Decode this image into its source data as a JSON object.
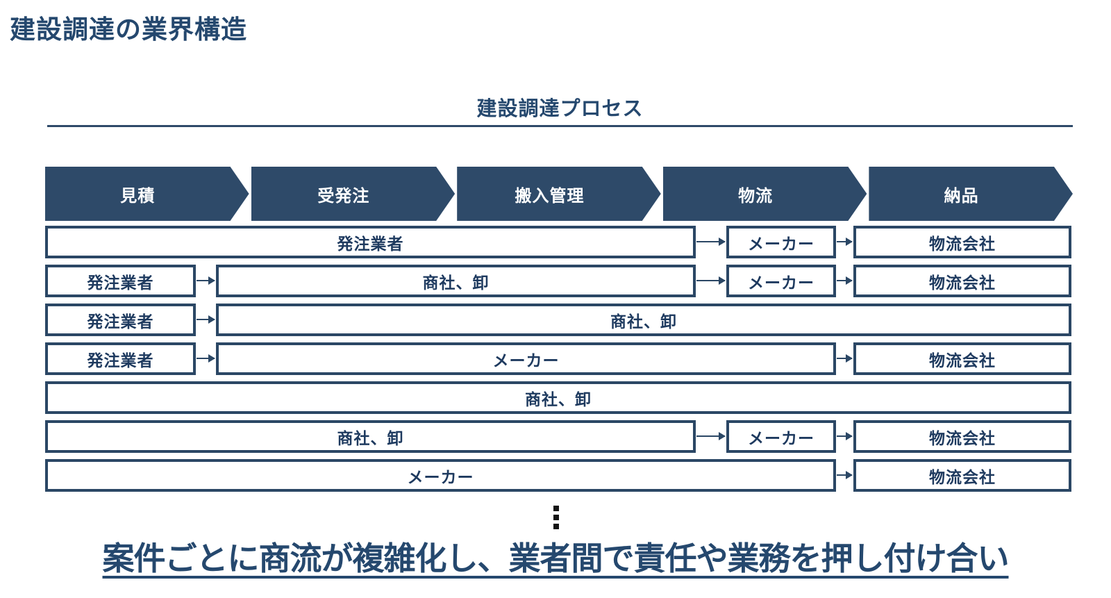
{
  "content": {
    "title": "建設調達の業界構造",
    "process_title": "建設調達プロセス",
    "bottom_message": "案件ごとに商流が複雑化し、業者間で責任や業務を押し付け合い",
    "ellipsis_icon": "vertical-ellipsis"
  },
  "process": {
    "steps": [
      "見積",
      "受発注",
      "搬入管理",
      "物流",
      "納品"
    ]
  },
  "diagram": {
    "rows": [
      {
        "boxes": [
          {
            "cls": "col-ab",
            "label": "発注業者"
          },
          {
            "cls": "col-c",
            "label": "メーカー"
          },
          {
            "cls": "col-d",
            "label": "物流会社"
          }
        ],
        "connectors": [
          "arr-bc",
          "arr-cd"
        ]
      },
      {
        "boxes": [
          {
            "cls": "col-a",
            "label": "発注業者"
          },
          {
            "cls": "col-b",
            "label": "商社、卸"
          },
          {
            "cls": "col-c",
            "label": "メーカー"
          },
          {
            "cls": "col-d",
            "label": "物流会社"
          }
        ],
        "connectors": [
          "arr-ab",
          "arr-bc",
          "arr-cd"
        ]
      },
      {
        "boxes": [
          {
            "cls": "col-a",
            "label": "発注業者"
          },
          {
            "cls": "col-bd",
            "label": "商社、卸"
          }
        ],
        "connectors": [
          "arr-ab"
        ]
      },
      {
        "boxes": [
          {
            "cls": "col-a",
            "label": "発注業者"
          },
          {
            "cls": "col-bc",
            "label": "メーカー"
          },
          {
            "cls": "col-d",
            "label": "物流会社"
          }
        ],
        "connectors": [
          "arr-ab",
          "arr-cd"
        ]
      },
      {
        "boxes": [
          {
            "cls": "col-ad",
            "label": "商社、卸"
          }
        ],
        "connectors": []
      },
      {
        "boxes": [
          {
            "cls": "col-ab",
            "label": "商社、卸"
          },
          {
            "cls": "col-c",
            "label": "メーカー"
          },
          {
            "cls": "col-d",
            "label": "物流会社"
          }
        ],
        "connectors": [
          "arr-bc",
          "arr-cd"
        ]
      },
      {
        "boxes": [
          {
            "cls": "col-ac",
            "label": "メーカー"
          },
          {
            "cls": "col-d",
            "label": "物流会社"
          }
        ],
        "connectors": [
          "arr-cd"
        ]
      }
    ]
  },
  "colors": {
    "navy": "#2e4a69",
    "box_border": "#2b4765",
    "box_text": "#1e3a5f",
    "heading_text": "#25486e",
    "ellipsis": "#141414",
    "background": "#ffffff"
  }
}
